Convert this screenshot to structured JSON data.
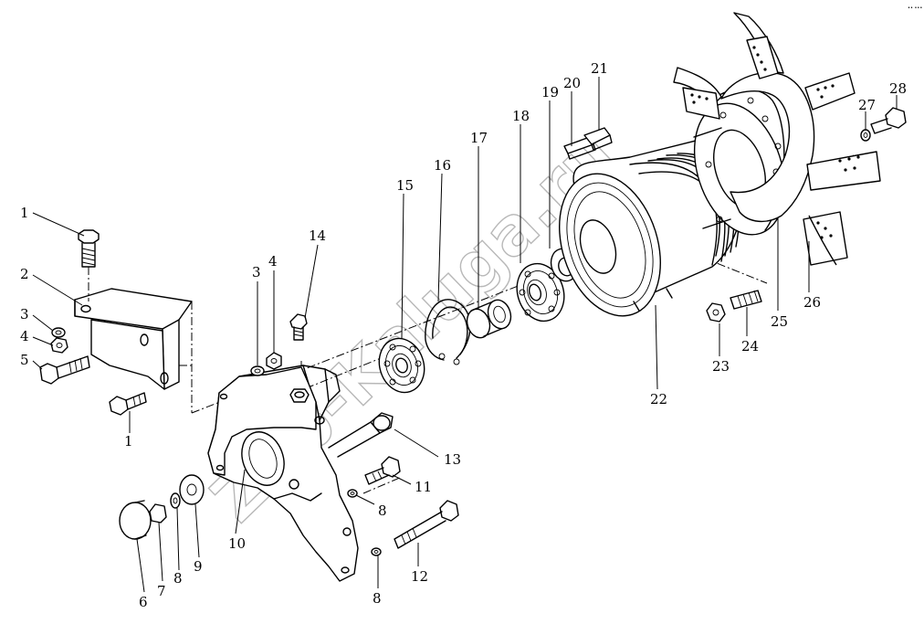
{
  "watermark": "Zap-Kaluga.ru",
  "corner_mark": "•• •••",
  "callouts": [
    {
      "id": "c1a",
      "label": "1"
    },
    {
      "id": "c2",
      "label": "2"
    },
    {
      "id": "c3a",
      "label": "3"
    },
    {
      "id": "c4a",
      "label": "4"
    },
    {
      "id": "c5",
      "label": "5"
    },
    {
      "id": "c1b",
      "label": "1"
    },
    {
      "id": "c3b",
      "label": "3"
    },
    {
      "id": "c4b",
      "label": "4"
    },
    {
      "id": "c14",
      "label": "14"
    },
    {
      "id": "c15",
      "label": "15"
    },
    {
      "id": "c16",
      "label": "16"
    },
    {
      "id": "c17",
      "label": "17"
    },
    {
      "id": "c18",
      "label": "18"
    },
    {
      "id": "c19",
      "label": "19"
    },
    {
      "id": "c20",
      "label": "20"
    },
    {
      "id": "c21",
      "label": "21"
    },
    {
      "id": "c22",
      "label": "22"
    },
    {
      "id": "c23",
      "label": "23"
    },
    {
      "id": "c24",
      "label": "24"
    },
    {
      "id": "c25",
      "label": "25"
    },
    {
      "id": "c26",
      "label": "26"
    },
    {
      "id": "c27",
      "label": "27"
    },
    {
      "id": "c28",
      "label": "28"
    },
    {
      "id": "c13",
      "label": "13"
    },
    {
      "id": "c11",
      "label": "11"
    },
    {
      "id": "c8a",
      "label": "8"
    },
    {
      "id": "c12",
      "label": "12"
    },
    {
      "id": "c8b",
      "label": "8"
    },
    {
      "id": "c10",
      "label": "10"
    },
    {
      "id": "c9",
      "label": "9"
    },
    {
      "id": "c8c",
      "label": "8"
    },
    {
      "id": "c7",
      "label": "7"
    },
    {
      "id": "c6",
      "label": "6"
    }
  ]
}
